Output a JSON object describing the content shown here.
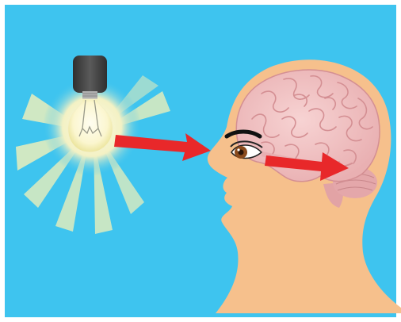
{
  "colors": {
    "border": "#ffffff",
    "background": "#3ec4ef",
    "glow_outer": "#eef0c0",
    "glow_inner": "#fdfbe4",
    "light_ray": "#f3f1b8",
    "bulb_cap": "#4b4b4b",
    "bulb_threads": "#b0b0b0",
    "filament": "#9a9a8a",
    "head_skin": "#f6c08c",
    "brain_pink": "#f2c4c4",
    "brain_fold": "#d48f93",
    "cerebellum": "#e4a7aa",
    "arrow_red": "#e8282a",
    "eye_iris": "#8a4b1d",
    "eyebrow": "#111111"
  },
  "icons": {
    "light_source": "light-bulb-icon",
    "brain": "brain-icon",
    "eye": "eye-icon"
  },
  "arrows": [
    {
      "from": "light-bulb",
      "to": "eye"
    },
    {
      "from": "eye",
      "to": "visual-cortex"
    }
  ]
}
